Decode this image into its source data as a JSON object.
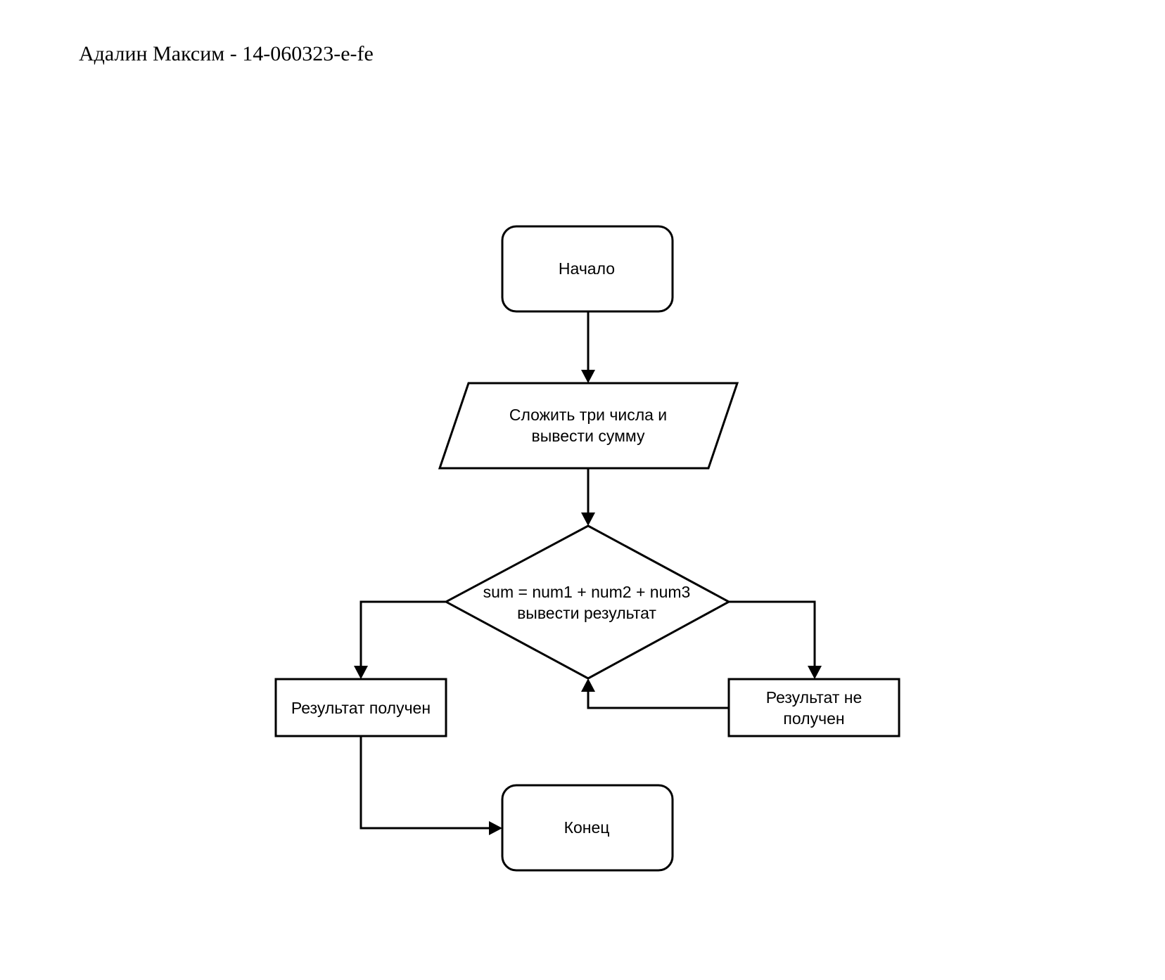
{
  "header": {
    "title": "Адалин Максим - 14-060323-e-fe"
  },
  "diagram": {
    "nodes": {
      "start": {
        "label": "Начало"
      },
      "input": {
        "lines": [
          "Сложить три числа и",
          "вывести сумму"
        ]
      },
      "decision": {
        "lines": [
          "sum = num1 + num2 + num3",
          "вывести результат"
        ]
      },
      "result_ok": {
        "label": "Результат получен"
      },
      "result_fail": {
        "lines": [
          "Результат не",
          "получен"
        ]
      },
      "end": {
        "label": "Конец"
      }
    },
    "colors": {
      "stroke": "#000000",
      "fill": "#ffffff",
      "background": "#ffffff"
    }
  }
}
